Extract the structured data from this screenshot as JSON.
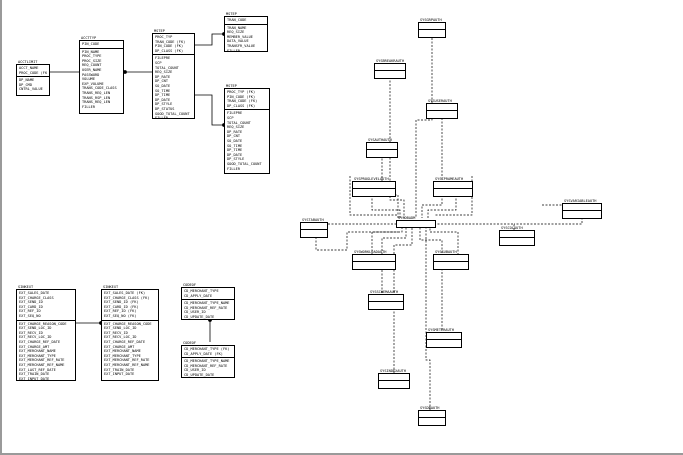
{
  "entities": {
    "acct_limit": {
      "name": "ACCTLIMIT",
      "pk": [
        "ACCT_NAME",
        "PROC_CODE (FK)"
      ],
      "attrs": [
        "DP_NAME",
        "DP_CMD",
        "CNTRL_VALUE"
      ]
    },
    "acct_typ": {
      "name": "ACCTTYP",
      "pk": [
        "PIN_CODE"
      ],
      "attrs": [
        "PIN_NAME",
        "PROC_TYPE",
        "PROC_SIZE",
        "REQ_COUNT",
        "USER_NAME",
        "PASSWORD",
        "VOLUME",
        "EXP_VOLUME",
        "TRANS_CODE_CLASS",
        "TRANS_REQ_LEN",
        "TRANS_RSP_LEN",
        "TRANS_REQ_LEN",
        "FILLER"
      ]
    },
    "mstep": {
      "name": "MSTEP",
      "pk": [
        "PROC_TYP",
        "TRAN_CODE (FK)",
        "PIN_CODE (FK)",
        "DP_CLASS (FK)"
      ],
      "attrs": [
        "FILEPRE",
        "SCP",
        "TOTAL_COUNT",
        "REQ_SIZE",
        "DP_RATE",
        "DP_CNT",
        "SO_DATE",
        "SO_TIME",
        "DP_TIME",
        "DP_DATE",
        "DP_STYLE",
        "DP_STATUS",
        "GOOD_TOTAL_COUNT",
        "FILLER"
      ]
    },
    "mstep_top": {
      "name": "MSTEP",
      "pk": [
        "TRAN_CODE"
      ],
      "attrs": [
        "TRAN_NAME",
        "REQ_SIZE",
        "MEMBER_VALUE",
        "DATA_VALUE",
        "TRANSFR_VALUE",
        "FILLER"
      ]
    },
    "mstep_right": {
      "name": "MSTEP",
      "pk": [
        "PROC_TYP (FK)",
        "PIN_CODE (FK)",
        "TRAN_CODE (FK)",
        "DP_CLASS (FK)"
      ],
      "attrs": [
        "FILEPRE",
        "SCP",
        "TOTAL_COUNT",
        "REQ_SIZE",
        "DP_RATE",
        "DP_CNT",
        "SO_DATE",
        "SO_TIME",
        "DP_TIME",
        "DP_DATE",
        "DP_STYLE",
        "GOOD_TOTAL_COUNT",
        "FILLER"
      ]
    },
    "sinkext": {
      "name": "SINKEXT",
      "pk": [
        "EXT_SALES_DATE",
        "EXT_CHARGE_CLASS",
        "EXT_SEND_ID",
        "EXT_CARD_ID",
        "EXT_REF_ID",
        "EXT_SEQ_NO"
      ],
      "attrs": [
        "EXT_CHARGE_REASON_CODE",
        "EXT_SEND_LOC_ID",
        "EXT_RECV_ID",
        "EXT_RECV_LOC_ID",
        "EXT_CHARGE_REF_DATE",
        "EXT_CHARGE_AMT",
        "EXT_MERCHANT_NAME",
        "EXT_MERCHANT_TYPE",
        "EXT_MERCHANT_REF_RATE",
        "EXT_MERCHANT_REF_NAME",
        "EXT_LAST_REF_DATE",
        "EXT_TRAIN_DATE",
        "EXT_INPUT_DATE"
      ]
    },
    "sinkext2": {
      "name": "SINKEXT",
      "pk": [
        "EXT_SALES_DATE (FK)",
        "EXT_CHARGE_CLASS (FK)",
        "EXT_SEND_ID (FK)",
        "EXT_CARD_ID (FK)",
        "EXT_REF_ID (FK)",
        "EXT_SEQ_NO (FK)"
      ],
      "attrs": [
        "EXT_CHARGE_REASON_CODE",
        "EXT_SEND_LOC_ID",
        "EXT_RECV_ID",
        "EXT_RECV_LOC_ID",
        "EXT_CHARGE_REF_DATE",
        "EXT_CHARGE_AMT",
        "EXT_MERCHANT_NAME",
        "EXT_MERCHANT_TYPE",
        "EXT_MERCHANT_REF_RATE",
        "EXT_MERCHANT_REF_NAME",
        "EXT_TRAIN_DATE",
        "EXT_INPUT_DATE"
      ]
    },
    "codeof": {
      "name": "CODEOF",
      "pk": [
        "CD_MERCHANT_TYPE",
        "CD_APPLY_DATE"
      ],
      "attrs": [
        "CD_MERCHANT_TYPE_NAME",
        "CD_MERCHANT_REF_RATE",
        "CD_USER_ID",
        "CD_UPDATE_DATE"
      ]
    },
    "codeof2": {
      "name": "CODEOF",
      "pk": [
        "CD_MERCHANT_TYPE (FK)",
        "CD_APPLY_DATE (FK)"
      ],
      "attrs": [
        "CD_MERCHANT_TYPE_NAME",
        "CD_MERCHANT_REF_RATE",
        "CD_USER_ID",
        "CD_UPDATE_DATE"
      ]
    },
    "s_top": {
      "name": "SYSGRPAUTH"
    },
    "s_a1": {
      "name": "SYSBREAKRAUTH"
    },
    "s_a2": {
      "name": "SYSUSERAUTH"
    },
    "s_a3": {
      "name": "SYSAUTHAUTH"
    },
    "s_l1": {
      "name": "SYSPROGLEVELAUTH"
    },
    "s_r1": {
      "name": "SYSCPRAMEAUTH"
    },
    "s_far_right": {
      "name": "SYSVARIABLEAUTH"
    },
    "s_left": {
      "name": "SYSTABAUTH"
    },
    "s_right": {
      "name": "SYSCOLAUTH"
    },
    "s_l2": {
      "name": "SYSWORKLOADAUTH"
    },
    "s_r2": {
      "name": "SYSSUBAUTH"
    },
    "s_l3": {
      "name": "SYSSCHEMAAUTH"
    },
    "s_mid": {
      "name": "SYSMETERAUTH"
    },
    "s_l4": {
      "name": "SYSINDEXAUTH"
    },
    "s_bottom": {
      "name": "SYSDBAUTH"
    },
    "hub": {
      "name": "SYSDBADM"
    }
  }
}
